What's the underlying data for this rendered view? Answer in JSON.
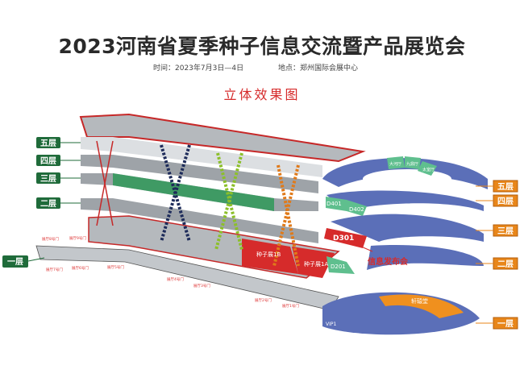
{
  "header": {
    "title": "2023河南省夏季种子信息交流暨产品展览会",
    "time": "时间：2023年7月3日—4日",
    "location": "地点：郑州国际会展中心",
    "heading": "立体效果图"
  },
  "floors_left": [
    "五层",
    "四层",
    "三层",
    "二层",
    "一层"
  ],
  "floors_right": [
    "五层",
    "四层",
    "三层",
    "二层",
    "一层"
  ],
  "halls": {
    "seed_1b": "种子展1B",
    "seed_1a": "种子展1A"
  },
  "rooms": {
    "d401": "D401",
    "d402": "D402",
    "d301": "D301",
    "d201": "D201",
    "dahe": "大河厅",
    "jiuding": "九鼎厅",
    "taishi": "太室厅",
    "xuanyuan": "轩辕堂",
    "vip1": "VIP1"
  },
  "annotation": "信息发布会",
  "doors": [
    "展厅8号门",
    "展厅9号门",
    "展厅7号门",
    "展厅6号门",
    "展厅5号门",
    "展厅4号门",
    "展厅3号门",
    "展厅2号门",
    "展厅1号门"
  ],
  "colors": {
    "green": "#1f6b3a",
    "orange": "#e8861a",
    "red": "#d62b2b",
    "blue": "#5b6fb8",
    "grey": "#b8bcc0"
  }
}
